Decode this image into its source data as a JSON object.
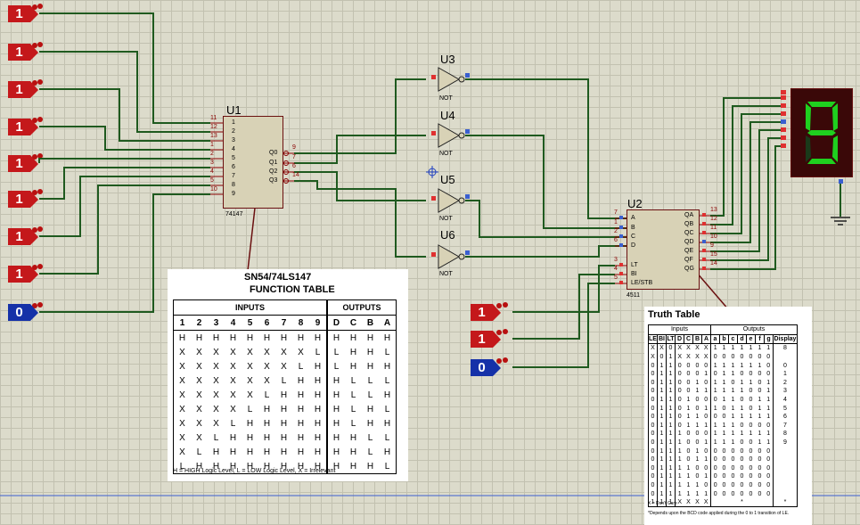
{
  "logic_inputs": [
    {
      "label": "1",
      "state": "high"
    },
    {
      "label": "1",
      "state": "high"
    },
    {
      "label": "1",
      "state": "high"
    },
    {
      "label": "1",
      "state": "high"
    },
    {
      "label": "1",
      "state": "high"
    },
    {
      "label": "1",
      "state": "high"
    },
    {
      "label": "1",
      "state": "high"
    },
    {
      "label": "1",
      "state": "high"
    },
    {
      "label": "0",
      "state": "low"
    }
  ],
  "right_inputs": [
    {
      "label": "1",
      "state": "high"
    },
    {
      "label": "1",
      "state": "high"
    },
    {
      "label": "0",
      "state": "low"
    }
  ],
  "u1": {
    "name": "U1",
    "part": "74147",
    "left_pins": [
      "11",
      "12",
      "13",
      "1",
      "2",
      "3",
      "4",
      "5",
      "10"
    ],
    "left_labels": [
      "1",
      "2",
      "3",
      "4",
      "5",
      "6",
      "7",
      "8",
      "9"
    ],
    "right_pins": [
      "9",
      "7",
      "6",
      "14"
    ],
    "right_labels": [
      "Q0",
      "Q1",
      "Q2",
      "Q3"
    ]
  },
  "gates": [
    {
      "name": "U3",
      "sub": "NOT"
    },
    {
      "name": "U4",
      "sub": "NOT"
    },
    {
      "name": "U5",
      "sub": "NOT"
    },
    {
      "name": "U6",
      "sub": "NOT"
    }
  ],
  "u2": {
    "name": "U2",
    "part": "4511",
    "left_pins": [
      "7",
      "1",
      "2",
      "6",
      "3",
      "4",
      "5"
    ],
    "left_labels": [
      "A",
      "B",
      "C",
      "D",
      "LT",
      "BI",
      "LE/STB"
    ],
    "right_pins": [
      "13",
      "12",
      "11",
      "10",
      "9",
      "15",
      "14"
    ],
    "right_labels": [
      "QA",
      "QB",
      "QC",
      "QD",
      "QE",
      "QF",
      "QG"
    ]
  },
  "display": {
    "digit": "9",
    "color_on": "#1fd01f",
    "color_off": "#1a3a1a",
    "bg": "#3a0808"
  },
  "table1": {
    "title": "SN54/74LS147",
    "subtitle": "FUNCTION TABLE",
    "group_inputs": "INPUTS",
    "group_outputs": "OUTPUTS",
    "header": [
      "1",
      "2",
      "3",
      "4",
      "5",
      "6",
      "7",
      "8",
      "9",
      "D",
      "C",
      "B",
      "A"
    ],
    "rows": [
      [
        "H",
        "H",
        "H",
        "H",
        "H",
        "H",
        "H",
        "H",
        "H",
        "H",
        "H",
        "H",
        "H"
      ],
      [
        "X",
        "X",
        "X",
        "X",
        "X",
        "X",
        "X",
        "X",
        "L",
        "L",
        "H",
        "H",
        "L"
      ],
      [
        "X",
        "X",
        "X",
        "X",
        "X",
        "X",
        "X",
        "L",
        "H",
        "L",
        "H",
        "H",
        "H"
      ],
      [
        "X",
        "X",
        "X",
        "X",
        "X",
        "X",
        "L",
        "H",
        "H",
        "H",
        "L",
        "L",
        "L"
      ],
      [
        "X",
        "X",
        "X",
        "X",
        "X",
        "L",
        "H",
        "H",
        "H",
        "H",
        "L",
        "L",
        "H"
      ],
      [
        "X",
        "X",
        "X",
        "X",
        "L",
        "H",
        "H",
        "H",
        "H",
        "H",
        "L",
        "H",
        "L"
      ],
      [
        "X",
        "X",
        "X",
        "L",
        "H",
        "H",
        "H",
        "H",
        "H",
        "H",
        "L",
        "H",
        "H"
      ],
      [
        "X",
        "X",
        "L",
        "H",
        "H",
        "H",
        "H",
        "H",
        "H",
        "H",
        "H",
        "L",
        "L"
      ],
      [
        "X",
        "L",
        "H",
        "H",
        "H",
        "H",
        "H",
        "H",
        "H",
        "H",
        "H",
        "L",
        "H"
      ],
      [
        "L",
        "H",
        "H",
        "H",
        "H",
        "H",
        "H",
        "H",
        "H",
        "H",
        "H",
        "H",
        "L"
      ]
    ],
    "footnote": "H = HIGH Logic Level, L = LOW Logic Level, X = Irrelevant"
  },
  "table2": {
    "title": "Truth Table",
    "group_inputs": "Inputs",
    "group_outputs": "Outputs",
    "header": [
      "LE",
      "BI",
      "LT",
      "D",
      "C",
      "B",
      "A",
      "a",
      "b",
      "c",
      "d",
      "e",
      "f",
      "g",
      "Display"
    ],
    "rows": [
      [
        "X",
        "X",
        "0",
        "X",
        "X",
        "X",
        "X",
        "1",
        "1",
        "1",
        "1",
        "1",
        "1",
        "1",
        "8"
      ],
      [
        "X",
        "0",
        "1",
        "X",
        "X",
        "X",
        "X",
        "0",
        "0",
        "0",
        "0",
        "0",
        "0",
        "0",
        ""
      ],
      [
        "0",
        "1",
        "1",
        "0",
        "0",
        "0",
        "0",
        "1",
        "1",
        "1",
        "1",
        "1",
        "1",
        "0",
        "0"
      ],
      [
        "0",
        "1",
        "1",
        "0",
        "0",
        "0",
        "1",
        "0",
        "1",
        "1",
        "0",
        "0",
        "0",
        "0",
        "1"
      ],
      [
        "0",
        "1",
        "1",
        "0",
        "0",
        "1",
        "0",
        "1",
        "1",
        "0",
        "1",
        "1",
        "0",
        "1",
        "2"
      ],
      [
        "0",
        "1",
        "1",
        "0",
        "0",
        "1",
        "1",
        "1",
        "1",
        "1",
        "1",
        "0",
        "0",
        "1",
        "3"
      ],
      [
        "0",
        "1",
        "1",
        "0",
        "1",
        "0",
        "0",
        "0",
        "1",
        "1",
        "0",
        "0",
        "1",
        "1",
        "4"
      ],
      [
        "0",
        "1",
        "1",
        "0",
        "1",
        "0",
        "1",
        "1",
        "0",
        "1",
        "1",
        "0",
        "1",
        "1",
        "5"
      ],
      [
        "0",
        "1",
        "1",
        "0",
        "1",
        "1",
        "0",
        "0",
        "0",
        "1",
        "1",
        "1",
        "1",
        "1",
        "6"
      ],
      [
        "0",
        "1",
        "1",
        "0",
        "1",
        "1",
        "1",
        "1",
        "1",
        "1",
        "0",
        "0",
        "0",
        "0",
        "7"
      ],
      [
        "0",
        "1",
        "1",
        "1",
        "0",
        "0",
        "0",
        "1",
        "1",
        "1",
        "1",
        "1",
        "1",
        "1",
        "8"
      ],
      [
        "0",
        "1",
        "1",
        "1",
        "0",
        "0",
        "1",
        "1",
        "1",
        "1",
        "0",
        "0",
        "1",
        "1",
        "9"
      ],
      [
        "0",
        "1",
        "1",
        "1",
        "0",
        "1",
        "0",
        "0",
        "0",
        "0",
        "0",
        "0",
        "0",
        "0",
        ""
      ],
      [
        "0",
        "1",
        "1",
        "1",
        "0",
        "1",
        "1",
        "0",
        "0",
        "0",
        "0",
        "0",
        "0",
        "0",
        ""
      ],
      [
        "0",
        "1",
        "1",
        "1",
        "1",
        "0",
        "0",
        "0",
        "0",
        "0",
        "0",
        "0",
        "0",
        "0",
        ""
      ],
      [
        "0",
        "1",
        "1",
        "1",
        "1",
        "0",
        "1",
        "0",
        "0",
        "0",
        "0",
        "0",
        "0",
        "0",
        ""
      ],
      [
        "0",
        "1",
        "1",
        "1",
        "1",
        "1",
        "0",
        "0",
        "0",
        "0",
        "0",
        "0",
        "0",
        "0",
        ""
      ],
      [
        "0",
        "1",
        "1",
        "1",
        "1",
        "1",
        "1",
        "0",
        "0",
        "0",
        "0",
        "0",
        "0",
        "0",
        ""
      ],
      [
        "1",
        "1",
        "1",
        "X",
        "X",
        "X",
        "X",
        "",
        "",
        "",
        "*",
        "",
        "",
        "",
        "*"
      ]
    ],
    "note1": "X = Don't Care",
    "note2": "*Depends upon the BCD code applied during the 0 to 1 transition of LE."
  }
}
